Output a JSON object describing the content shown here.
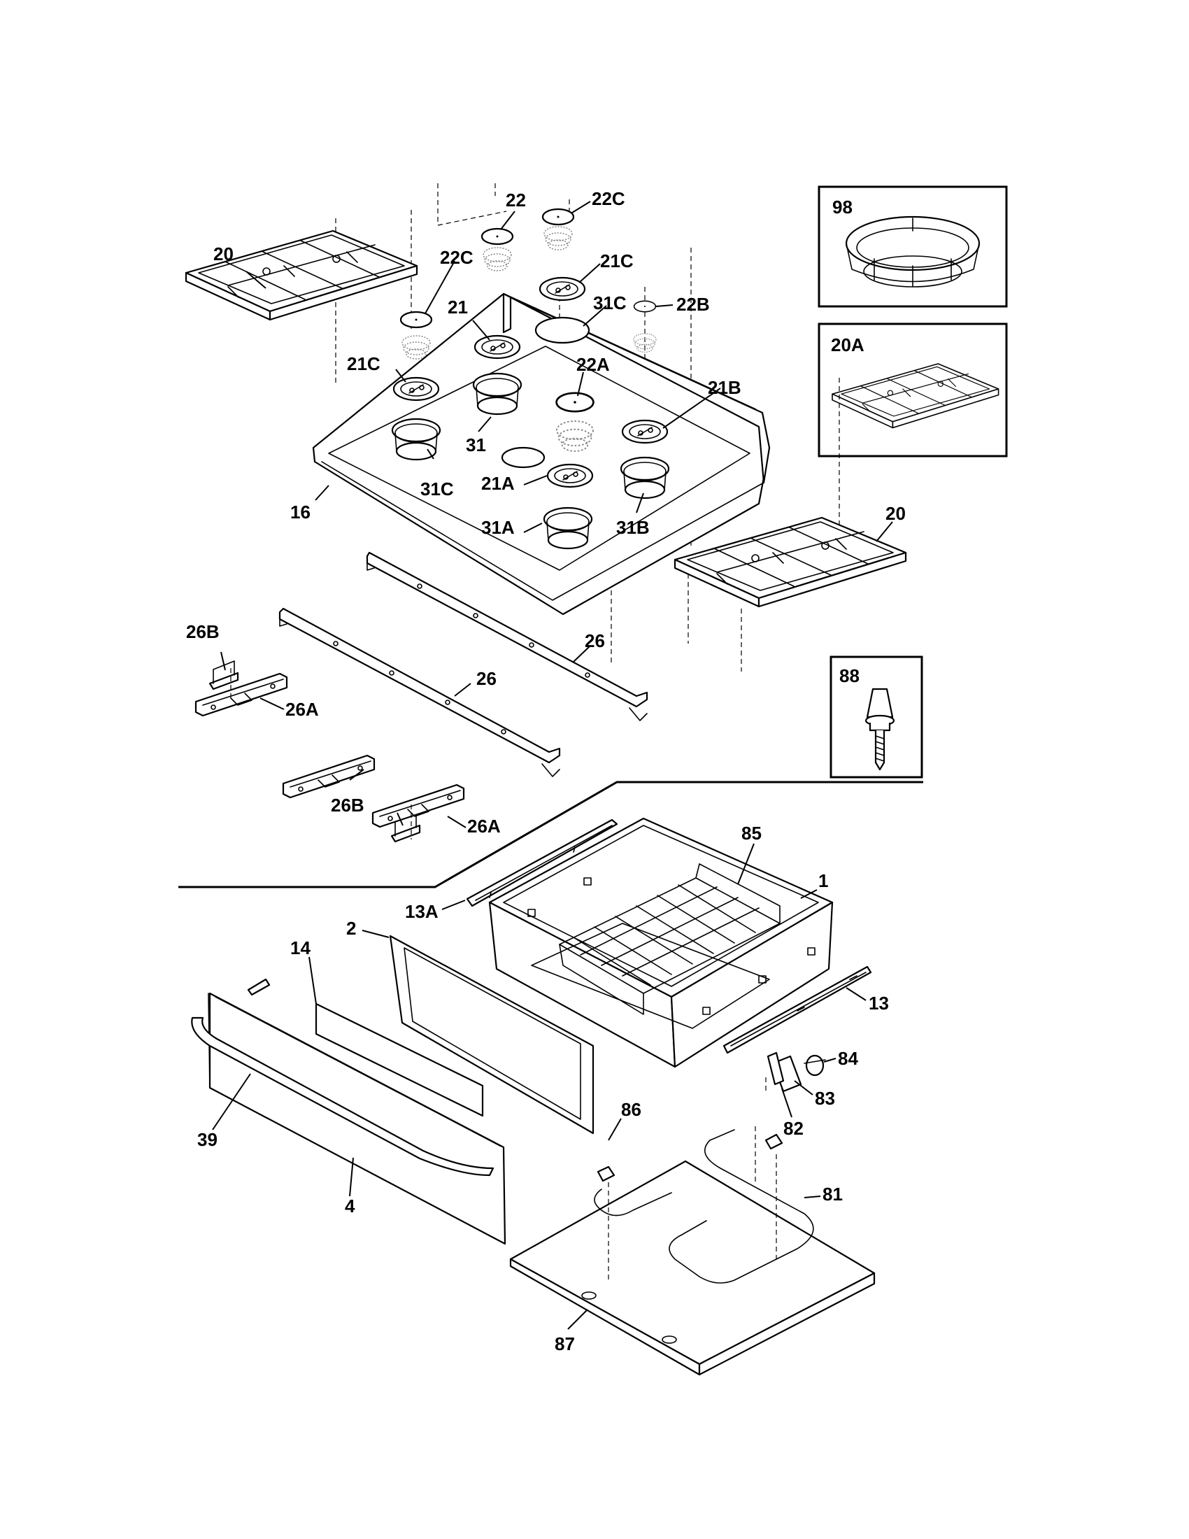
{
  "callouts": [
    {
      "id": "c20a",
      "text": "20"
    },
    {
      "id": "c20b",
      "text": "20"
    },
    {
      "id": "c22",
      "text": "22"
    },
    {
      "id": "c22c_top",
      "text": "22C"
    },
    {
      "id": "c22c_left",
      "text": "22C"
    },
    {
      "id": "c21",
      "text": "21"
    },
    {
      "id": "c21c_top",
      "text": "21C"
    },
    {
      "id": "c21c_left",
      "text": "21C"
    },
    {
      "id": "c31c_top",
      "text": "31C"
    },
    {
      "id": "c31c_left",
      "text": "31C"
    },
    {
      "id": "c22b",
      "text": "22B"
    },
    {
      "id": "c22a",
      "text": "22A"
    },
    {
      "id": "c21b",
      "text": "21B"
    },
    {
      "id": "c31",
      "text": "31"
    },
    {
      "id": "c21a",
      "text": "21A"
    },
    {
      "id": "c31a",
      "text": "31A"
    },
    {
      "id": "c31b",
      "text": "31B"
    },
    {
      "id": "c16",
      "text": "16"
    },
    {
      "id": "c26a",
      "text": "26"
    },
    {
      "id": "c26b",
      "text": "26"
    },
    {
      "id": "c26B_1",
      "text": "26B"
    },
    {
      "id": "c26B_2",
      "text": "26B"
    },
    {
      "id": "c26A_1",
      "text": "26A"
    },
    {
      "id": "c26A_2",
      "text": "26A"
    },
    {
      "id": "c85",
      "text": "85"
    },
    {
      "id": "c1",
      "text": "1"
    },
    {
      "id": "c13a",
      "text": "13A"
    },
    {
      "id": "c2",
      "text": "2"
    },
    {
      "id": "c14",
      "text": "14"
    },
    {
      "id": "c13",
      "text": "13"
    },
    {
      "id": "c84",
      "text": "84"
    },
    {
      "id": "c83",
      "text": "83"
    },
    {
      "id": "c82",
      "text": "82"
    },
    {
      "id": "c86",
      "text": "86"
    },
    {
      "id": "c81",
      "text": "81"
    },
    {
      "id": "c39",
      "text": "39"
    },
    {
      "id": "c4",
      "text": "4"
    },
    {
      "id": "c87",
      "text": "87"
    }
  ],
  "inset_boxes": [
    {
      "id": "i98",
      "label": "98"
    },
    {
      "id": "i20a",
      "label": "20A"
    },
    {
      "id": "i88",
      "label": "88"
    }
  ]
}
